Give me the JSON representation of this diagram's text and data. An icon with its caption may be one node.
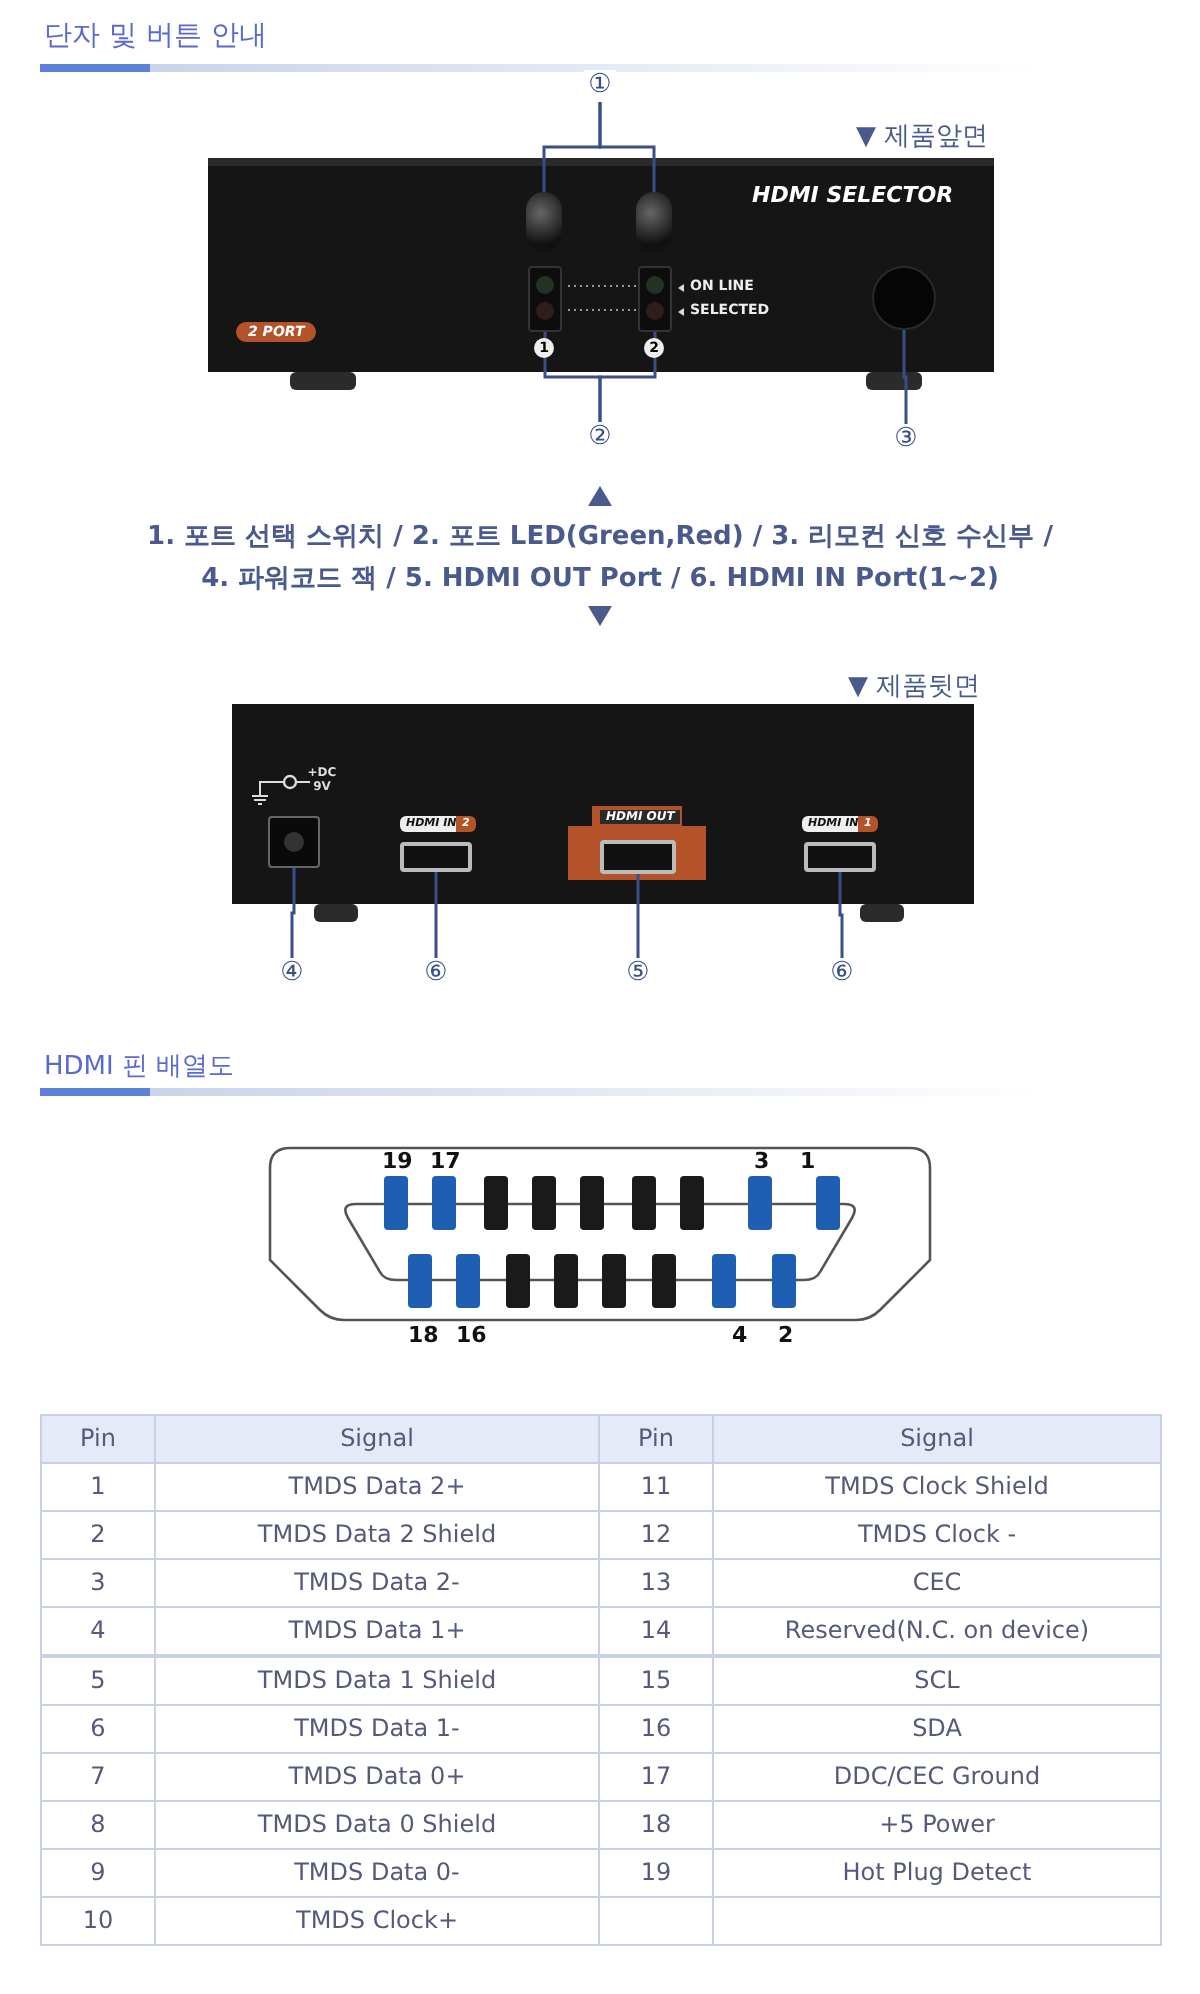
{
  "diagram": {
    "title": "단자 및 버튼 안내",
    "nodes": [
      {
        "text": [
          "①"
        ]
      },
      {
        "text": [],
        "shape": "button"
      },
      {
        "text": [],
        "shape": "button"
      },
      {
        "text": [],
        "shape": "box"
      },
      {
        "text": [],
        "shape": "box"
      },
      {
        "text": [
          "②"
        ]
      },
      {
        "text": [],
        "shape": "circle"
      },
      {
        "text": [
          "③"
        ]
      },
      {
        "text": [],
        "shape": "box"
      },
      {
        "text": [],
        "shape": "box"
      },
      {
        "text": [],
        "shape": "box"
      },
      {
        "text": [],
        "shape": "box"
      },
      {
        "text": [
          "④"
        ]
      },
      {
        "text": [
          "⑥"
        ]
      },
      {
        "text": [
          "⑤"
        ]
      },
      {
        "text": [
          "⑥"
        ]
      }
    ],
    "edges": [
      {
        "from": 0,
        "to": 1,
        "arrow": "none"
      },
      {
        "from": 0,
        "to": 2,
        "arrow": "none"
      },
      {
        "from": 5,
        "to": 3,
        "arrow": "none"
      },
      {
        "from": 5,
        "to": 4,
        "arrow": "none"
      },
      {
        "from": 7,
        "to": 6,
        "arrow": "none"
      },
      {
        "from": 12,
        "to": 8,
        "arrow": "none"
      },
      {
        "from": 13,
        "to": 9,
        "arrow": "none"
      },
      {
        "from": 14,
        "to": 10,
        "arrow": "none"
      },
      {
        "from": 15,
        "to": 11,
        "arrow": "none"
      }
    ],
    "labels": [
      "▼ 제품앞면",
      "HDMI SELECTOR",
      "ON LINE",
      "SELECTED",
      "2 PORT",
      "1",
      "2",
      "1. 포트 선택 스위치 / 2. 포트 LED(Green,Red) / 3. 리모컨 신호 수신부 / 4. 파워코드 잭 / 5. HDMI OUT Port / 6. HDMI IN Port(1~2)",
      "▼ 제품뒷면",
      "+DC 9V",
      "HDMI IN",
      "2",
      "HDMI OUT",
      "HDMI IN",
      "1",
      "HDMI 핀 배열도",
      "19",
      "17",
      "3",
      "1",
      "18",
      "16",
      "4",
      "2",
      "Pin",
      "Signal",
      "Pin",
      "Signal",
      "1",
      "TMDS Data 2+",
      "11",
      "TMDS Clock Shield",
      "2",
      "TMDS Data 2 Shield",
      "12",
      "TMDS Clock -",
      "3",
      "TMDS Data 2-",
      "13",
      "CEC",
      "4",
      "TMDS Data 1+",
      "14",
      "Reserved(N.C. on device)",
      "5",
      "TMDS Data 1 Shield",
      "15",
      "SCL",
      "6",
      "TMDS Data 1-",
      "16",
      "SDA",
      "7",
      "TMDS Data 0+",
      "17",
      "DDC/CEC Ground",
      "8",
      "TMDS Data 0 Shield",
      "18",
      "+5 Power",
      "9",
      "TMDS Data 0-",
      "19",
      "Hot Plug Detect",
      "10",
      "TMDS Clock+"
    ]
  }
}
